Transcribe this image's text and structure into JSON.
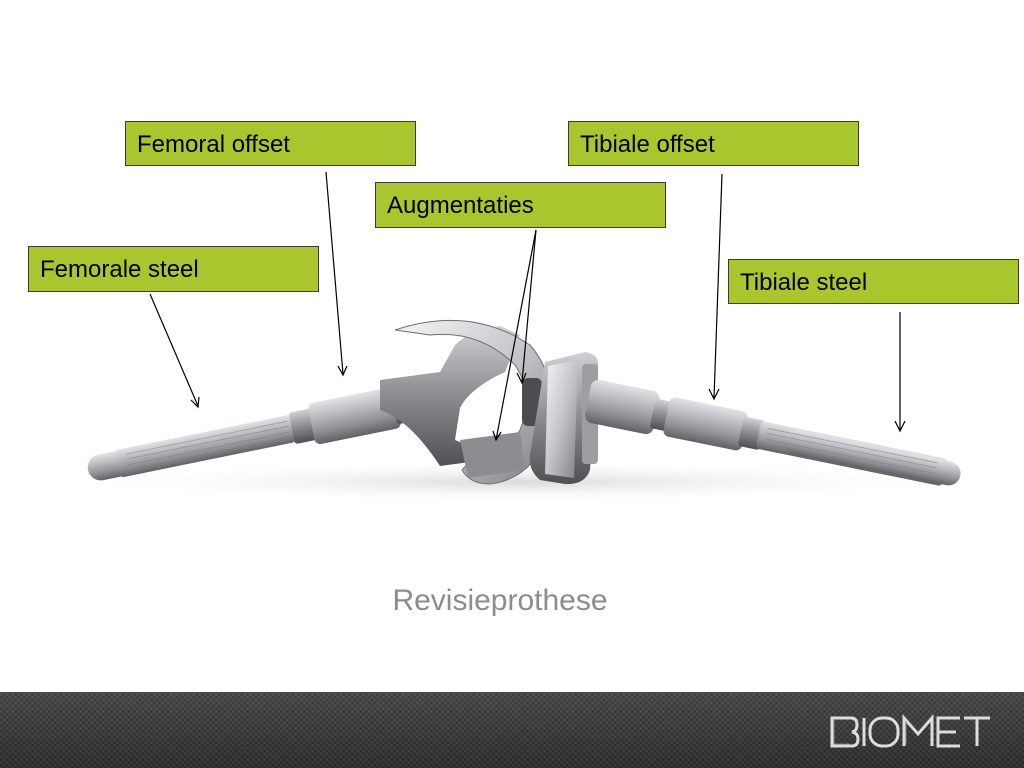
{
  "labels": {
    "femoral_offset": "Femoral offset",
    "tibiale_offset": "Tibiale offset",
    "augmentaties": "Augmentaties",
    "femorale_steel": "Femorale steel",
    "tibiale_steel": "Tibiale steel"
  },
  "caption": "Revisieprothese",
  "footer": {
    "logo_text": "BIOMET"
  },
  "colors": {
    "label_fill": "#a9c62f",
    "caption_text": "#8c8c8c",
    "footer_bg": "#3c3c3c",
    "metal": "#a7a9ab"
  }
}
